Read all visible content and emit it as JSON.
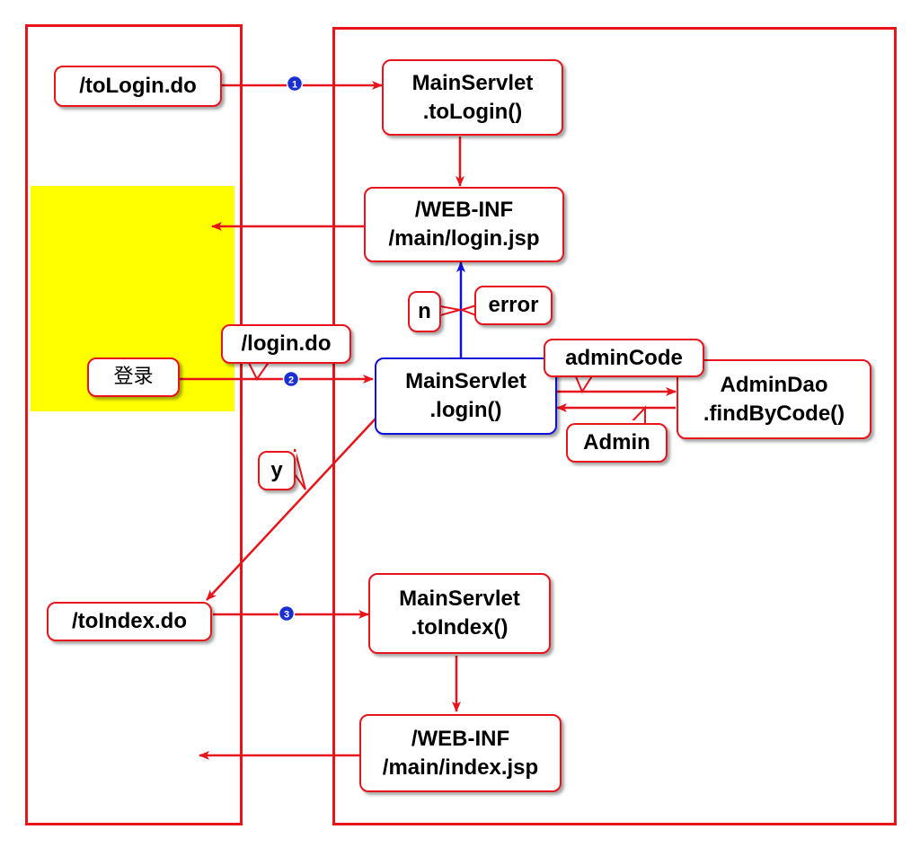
{
  "colors": {
    "red": "#e8141c",
    "blue": "#1010d8",
    "yellow": "#ffff00",
    "step_badge": "#1a2fd0"
  },
  "nodes": {
    "to_login_do": "/toLogin.do",
    "main_servlet_to_login": "MainServlet\n.toLogin()",
    "web_inf_login_jsp": "/WEB-INF\n/main/login.jsp",
    "n_label": "n",
    "error_label": "error",
    "login_do": "/login.do",
    "login_button": "登录",
    "main_servlet_login": "MainServlet\n.login()",
    "admin_code": "adminCode",
    "admin_dao": "AdminDao\n.findByCode()",
    "admin": "Admin",
    "y_label": "y",
    "to_index_do": "/toIndex.do",
    "main_servlet_to_index": "MainServlet\n.toIndex()",
    "web_inf_index_jsp": "/WEB-INF\n/main/index.jsp"
  },
  "steps": [
    "1",
    "2",
    "3"
  ]
}
